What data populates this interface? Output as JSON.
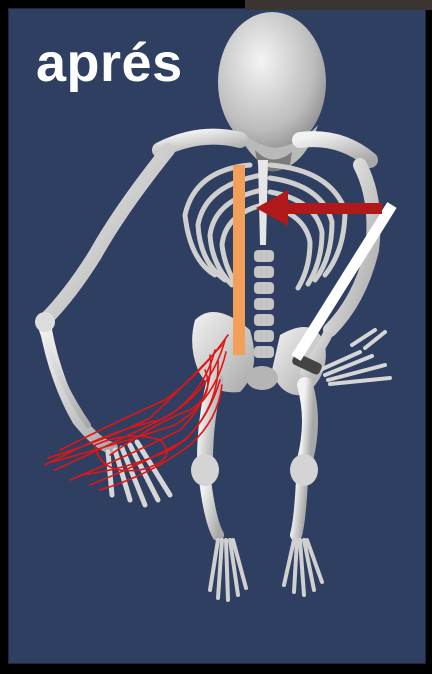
{
  "image": {
    "title_text": "aprés",
    "colors": {
      "frame": "#000000",
      "background": "#2e3f62",
      "bone": "#d8d8d8",
      "bone_shadow": "#9a9a9a",
      "spine_line": "#f2a059",
      "arm_line": "#ffffff",
      "arrow": "#b0181a",
      "scribble": "#e01515"
    },
    "elements": [
      "skeleton",
      "orange-vertical-line",
      "white-diagonal-line",
      "red-arrow",
      "red-scribble"
    ]
  }
}
